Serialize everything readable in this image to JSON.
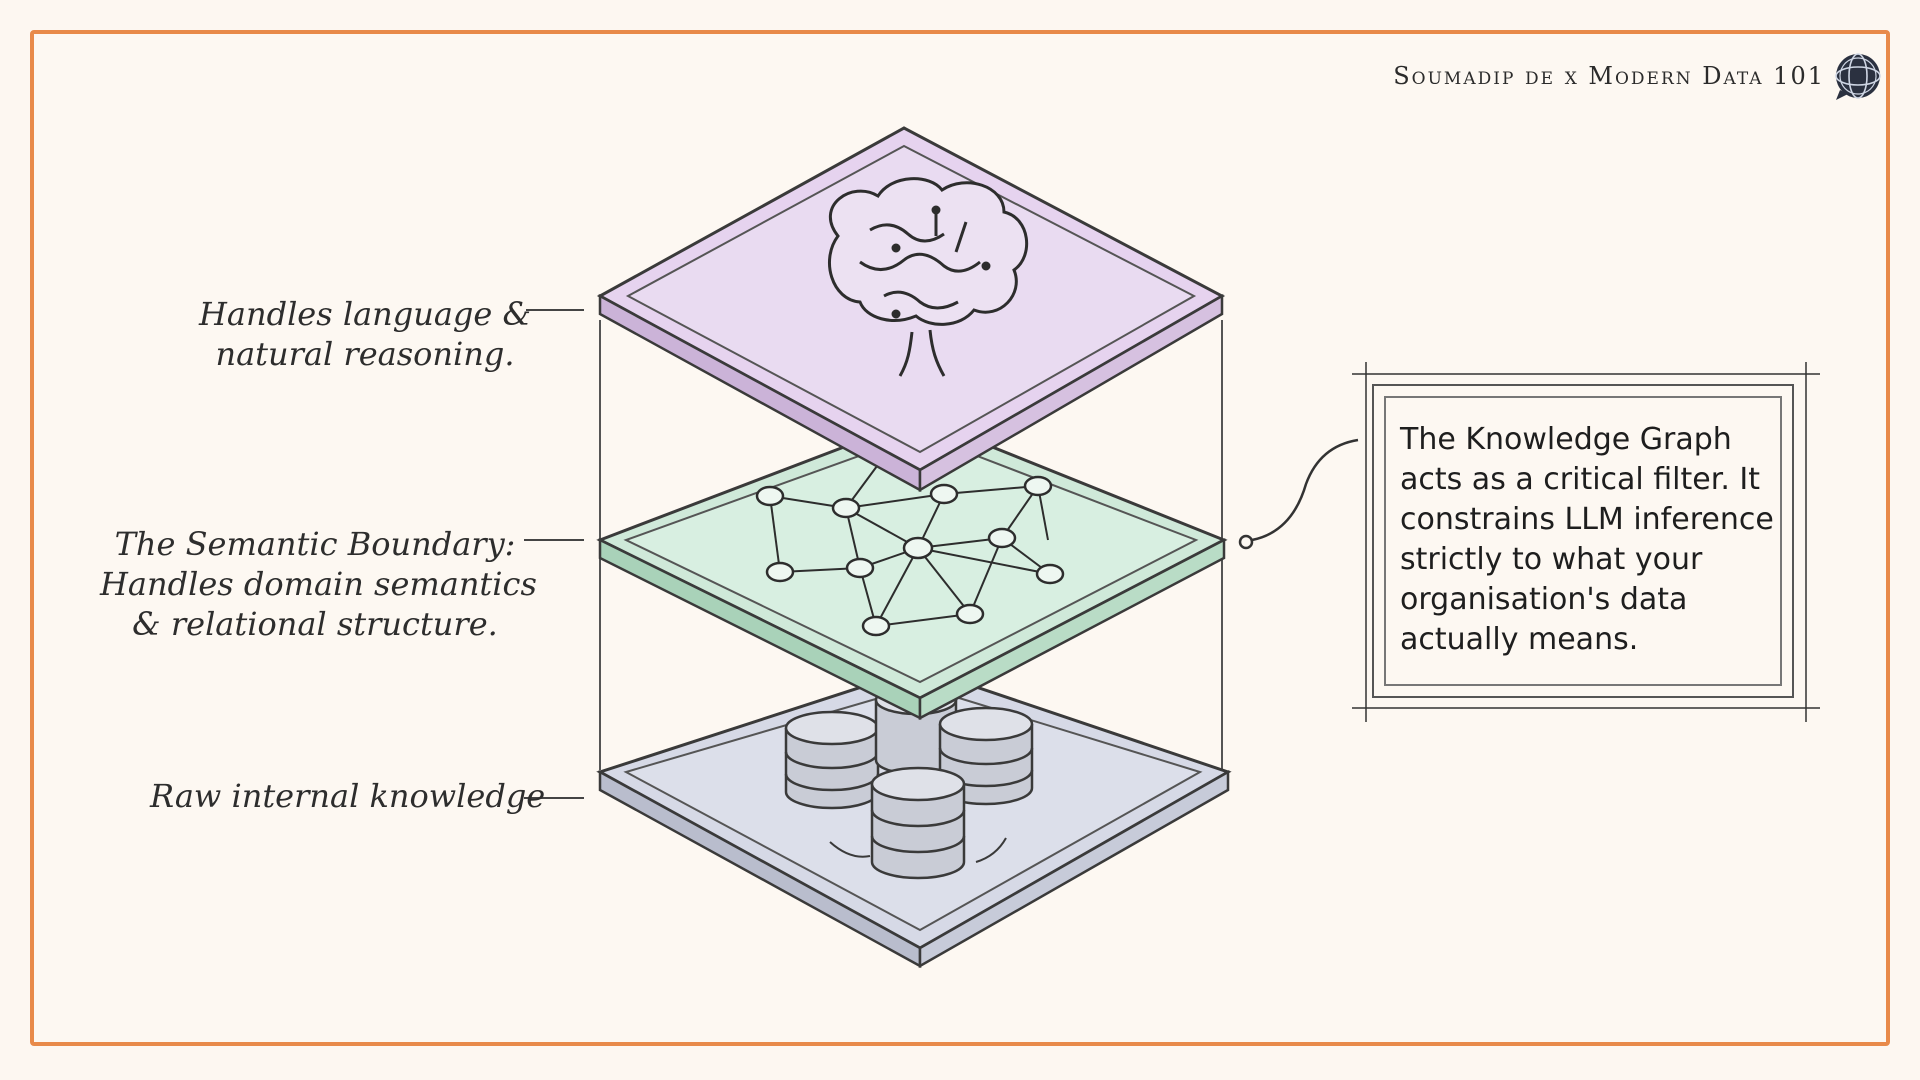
{
  "header": {
    "credit": "Soumadip de x Modern Data 101",
    "logo_icon": "globe-chat-logo-icon"
  },
  "labels": {
    "top_line1": "Handles language &",
    "top_line2": "natural reasoning.",
    "mid_line1": "The Semantic Boundary:",
    "mid_line2": "Handles domain semantics",
    "mid_line3": "& relational structure.",
    "bottom": "Raw internal knowledge"
  },
  "callout": {
    "text": "The Knowledge Graph acts as a critical filter. It constrains LLM inference strictly to what your organisation's data actually means."
  },
  "layers": [
    {
      "name": "llm-layer",
      "icon": "brain-icon",
      "color": "#e6d3ef"
    },
    {
      "name": "knowledge-graph-layer",
      "icon": "graph-network-icon",
      "color": "#cfe9d9"
    },
    {
      "name": "data-layer",
      "icon": "database-icon",
      "color": "#d6d9e6"
    }
  ],
  "colors": {
    "frame": "#e88a4a",
    "background": "#fdf8f2",
    "ink": "#2d2d2d"
  }
}
